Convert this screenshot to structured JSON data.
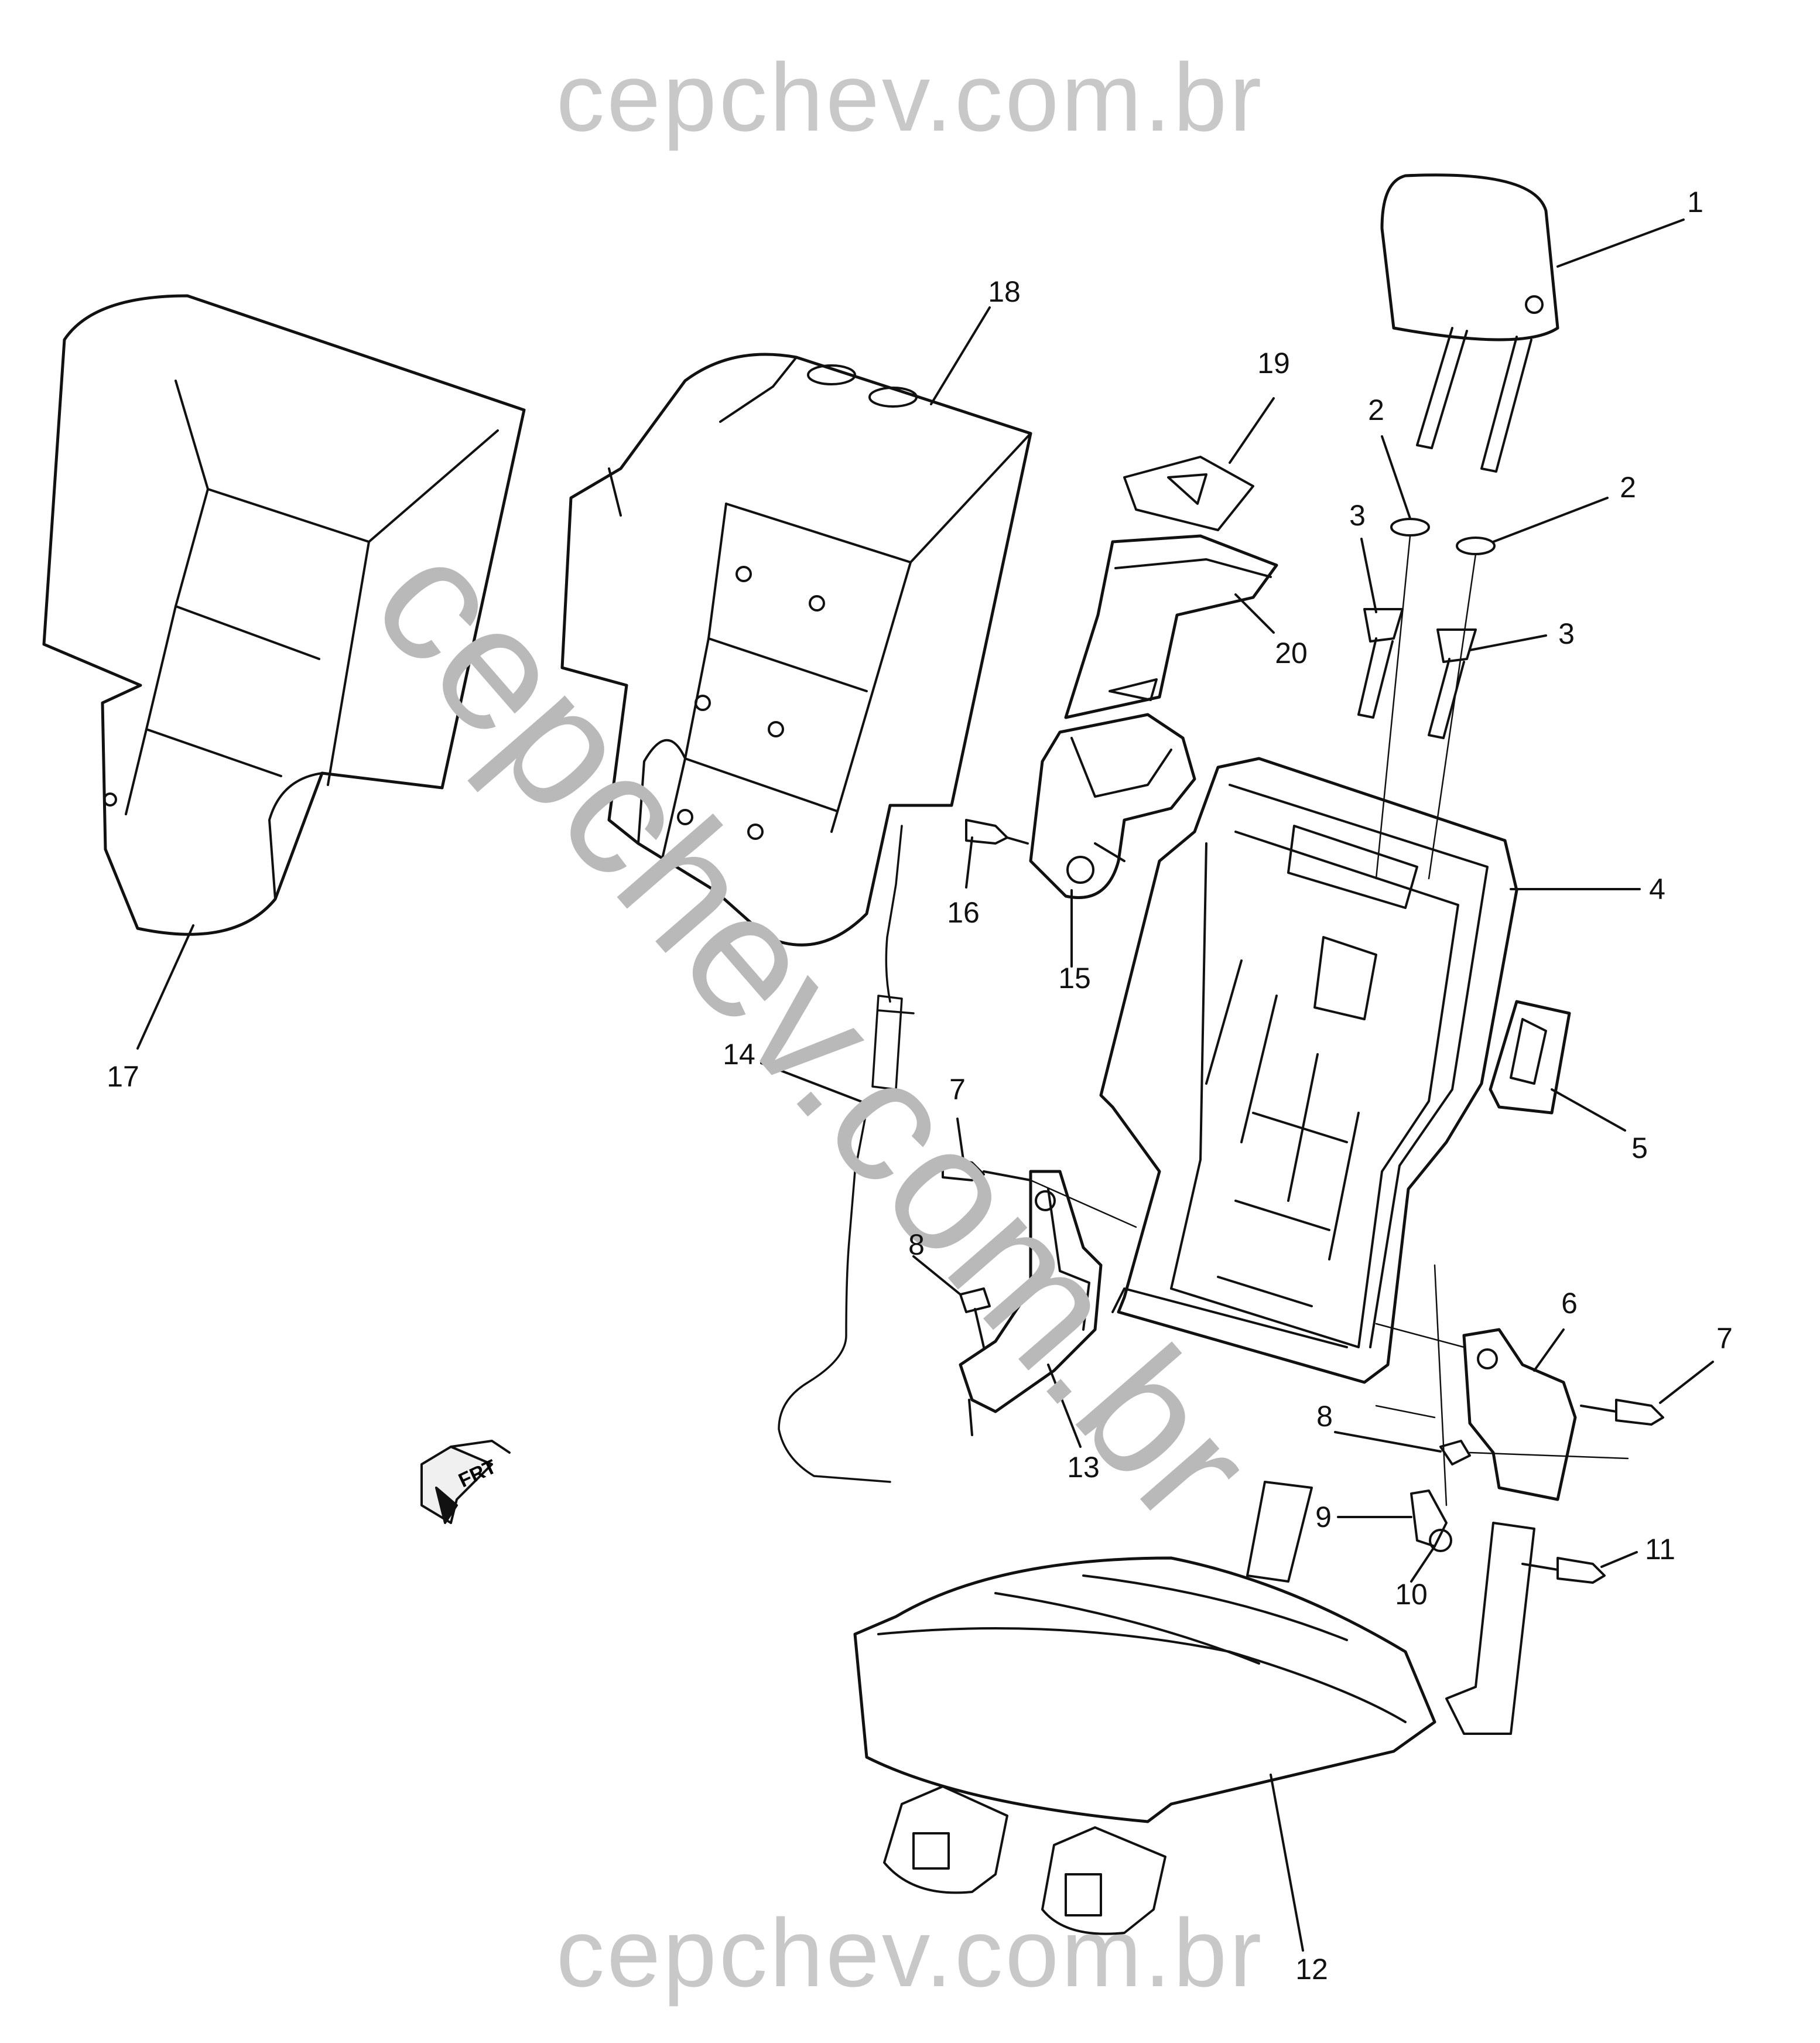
{
  "watermark_top": "cepchev.com.br",
  "watermark_bottom": "cepchev.com.br",
  "watermark_diagonal": "cepchev.com.br",
  "direction_indicator": "FRT",
  "callouts": {
    "c1": "1",
    "c2a": "2",
    "c2b": "2",
    "c3a": "3",
    "c3b": "3",
    "c4": "4",
    "c5": "5",
    "c6": "6",
    "c7a": "7",
    "c7b": "7",
    "c8a": "8",
    "c8b": "8",
    "c9": "9",
    "c10": "10",
    "c11": "11",
    "c12": "12",
    "c13": "13",
    "c14": "14",
    "c15": "15",
    "c16": "16",
    "c17": "17",
    "c18": "18",
    "c19": "19",
    "c20": "20"
  },
  "colors": {
    "line": "#111111",
    "watermark": "#c8c8c8"
  }
}
